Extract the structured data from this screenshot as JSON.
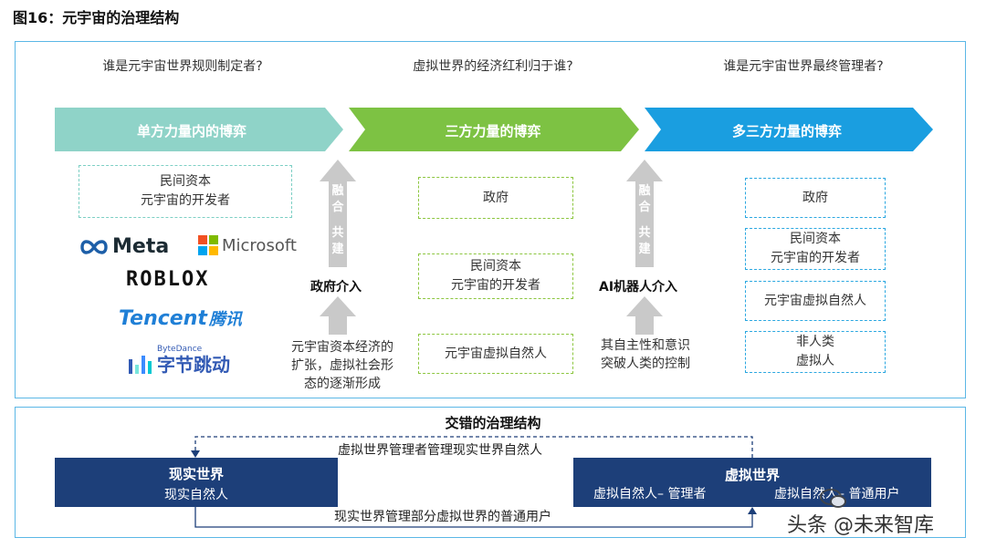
{
  "figure_title": "图16：元宇宙的治理结构",
  "questions": [
    "谁是元宇宙世界规则制定者?",
    "虚拟世界的经济红利归于谁?",
    "谁是元宇宙世界最终管理者?"
  ],
  "stages": [
    {
      "label": "单方力量内的博弈",
      "color": "#8fd3c8"
    },
    {
      "label": "三方力量的博弈",
      "color": "#7dc243"
    },
    {
      "label": "多三方力量的博弈",
      "color": "#1a9ee0"
    }
  ],
  "stage1_box": {
    "line1": "民间资本",
    "line2": "元宇宙的开发者"
  },
  "logos": {
    "meta": "Meta",
    "microsoft": "Microsoft",
    "roblox": "ROBLOX",
    "tencent": "Tencent",
    "tencent_cn": "腾讯",
    "bytedance_small": "ByteDance",
    "bytedance_cn": "字节跳动"
  },
  "arrow1": {
    "chars1": [
      "融",
      "合"
    ],
    "chars2": [
      "共",
      "建"
    ],
    "intervention": "政府介入",
    "desc": [
      "元宇宙资本经济的",
      "扩张，虚拟社会形",
      "态的逐渐形成"
    ]
  },
  "arrow2": {
    "chars1": [
      "融",
      "合"
    ],
    "chars2": [
      "共",
      "建"
    ],
    "intervention": "AI机器人介入",
    "desc": [
      "其自主性和意识",
      "突破人类的控制"
    ]
  },
  "stage2_boxes": [
    {
      "line1": "政府",
      "line2": ""
    },
    {
      "line1": "民间资本",
      "line2": "元宇宙的开发者"
    },
    {
      "line1": "元宇宙虚拟自然人",
      "line2": ""
    }
  ],
  "stage3_boxes": [
    {
      "line1": "政府",
      "line2": ""
    },
    {
      "line1": "民间资本",
      "line2": "元宇宙的开发者"
    },
    {
      "line1": "元宇宙虚拟自然人",
      "line2": ""
    },
    {
      "line1": "非人类",
      "line2": "虚拟人"
    }
  ],
  "bottom": {
    "title": "交错的治理结构",
    "top_flow": "虚拟世界管理者管理现实世界自然人",
    "bottom_flow": "现实世界管理部分虚拟世界的普通用户",
    "real_world": {
      "title": "现实世界",
      "sub": "现实自然人"
    },
    "virtual_world": {
      "title": "虚拟世界",
      "left": "虚拟自然人– 管理者",
      "right": "虚拟自然人– 普通用户"
    }
  },
  "watermark": {
    "text": "头条 @未来智库"
  },
  "colors": {
    "border": "#5bb7e6",
    "dark": "#1d3f79",
    "gray_arrow": "#c9c9c9"
  }
}
